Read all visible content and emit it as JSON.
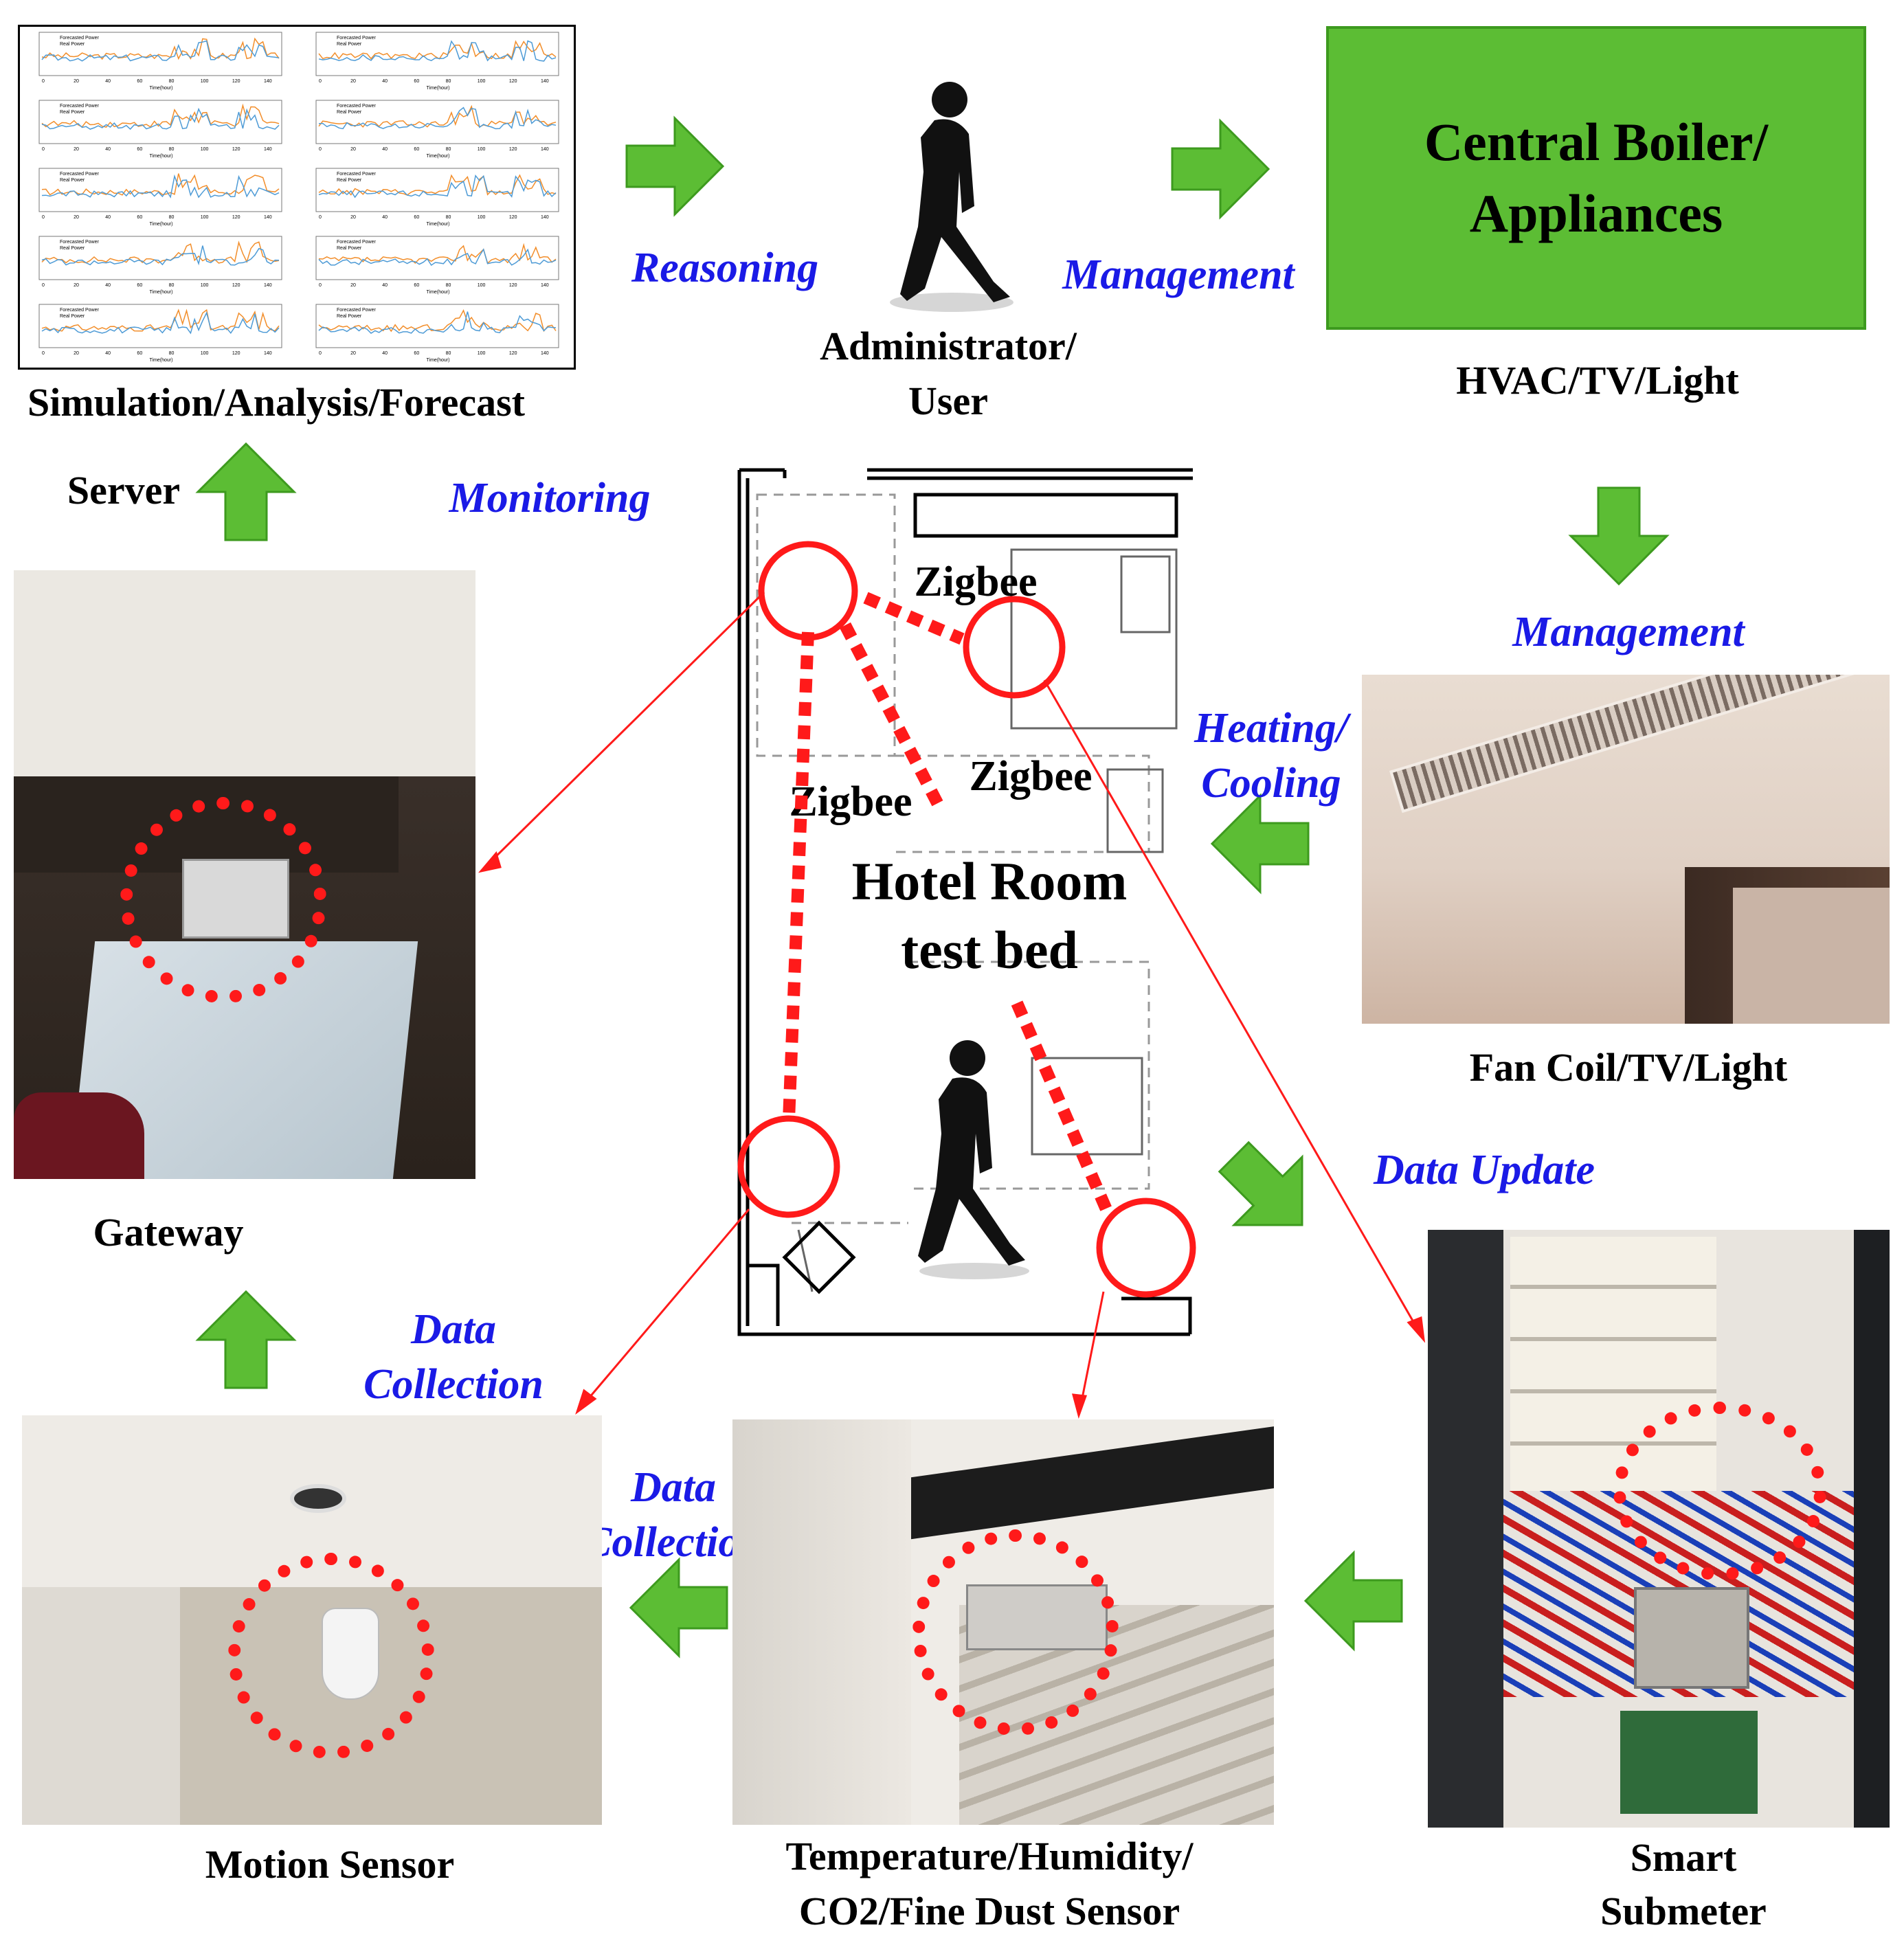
{
  "labels": {
    "simulation": "Simulation/Analysis/Forecast",
    "admin_line1": "Administrator/",
    "admin_line2": "User",
    "hvac": "HVAC/TV/Light",
    "boiler_line1": "Central Boiler/",
    "boiler_line2": "Appliances",
    "server": "Server",
    "gateway": "Gateway",
    "fancoil": "Fan Coil/TV/Light",
    "motion": "Motion Sensor",
    "temp_line1": "Temperature/Humidity/",
    "temp_line2": "CO2/Fine Dust Sensor",
    "meter_line1": "Smart",
    "meter_line2": "Submeter",
    "room_line1": "Hotel Room",
    "room_line2": "test bed",
    "zigbee_top": "Zigbee",
    "zigbee_left": "Zigbee",
    "zigbee_mid": "Zigbee"
  },
  "flows": {
    "reasoning": "Reasoning",
    "management_top": "Management",
    "monitoring": "Monitoring",
    "management_right": "Management",
    "heating_line1": "Heating/",
    "heating_line2": "Cooling",
    "data_update": "Data Update",
    "data_collection_left_1": "Data",
    "data_collection_left_2": "Collection",
    "data_collection_mid_1": "Data",
    "data_collection_mid_2": "Collection"
  },
  "forecast_panel": {
    "legend_forecast": "Forecasted Power",
    "legend_real": "Real Power",
    "xlabel": "Time(hour)",
    "ticks": [
      "0",
      "20",
      "40",
      "60",
      "80",
      "100",
      "120",
      "140"
    ]
  },
  "colors": {
    "arrow_green": "#5cbd34",
    "boiler_green": "#5cbd34",
    "flow_blue": "#1a1ae6",
    "marker_red": "#ff1a1a"
  },
  "icons": [
    "walking-person-icon",
    "right-arrow-icon",
    "down-arrow-icon",
    "up-arrow-icon",
    "left-arrow-icon"
  ]
}
